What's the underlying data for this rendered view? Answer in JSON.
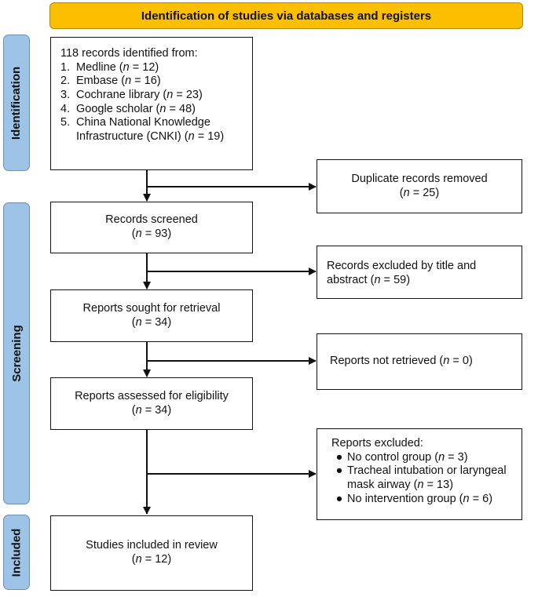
{
  "banner": "Identification of studies via databases and registers",
  "phases": {
    "identification": "Identification",
    "screening": "Screening",
    "included": "Included"
  },
  "identified": {
    "intro": "118 records identified from:",
    "sources": [
      {
        "num": "1.",
        "name": "Medline",
        "count": "12"
      },
      {
        "num": "2.",
        "name": "Embase",
        "count": "16"
      },
      {
        "num": "3.",
        "name": "Cochrane library",
        "count": "23"
      },
      {
        "num": "4.",
        "name": "Google scholar",
        "count": "48"
      },
      {
        "num": "5.",
        "name": "China National Knowledge Infrastructure (CNKI)",
        "count": "19"
      }
    ]
  },
  "duplicates": {
    "label": "Duplicate records removed",
    "count": "25"
  },
  "screened": {
    "label": "Records screened",
    "count": "93"
  },
  "excluded_title": {
    "label": "Records excluded by title and abstract",
    "count": "59"
  },
  "sought": {
    "label": "Reports sought for retrieval",
    "count": "34"
  },
  "not_retrieved": {
    "label": "Reports not retrieved",
    "count": "0"
  },
  "assessed": {
    "label": "Reports assessed for eligibility",
    "count": "34"
  },
  "reports_excluded": {
    "label": "Reports excluded:",
    "reasons": [
      {
        "text": "No control group",
        "count": "3"
      },
      {
        "text": "Tracheal intubation or laryngeal mask airway",
        "count": "13"
      },
      {
        "text": "No intervention group",
        "count": "6"
      }
    ]
  },
  "included": {
    "label": "Studies included in review",
    "count": "12"
  },
  "n_symbol": "n",
  "eq": " = "
}
